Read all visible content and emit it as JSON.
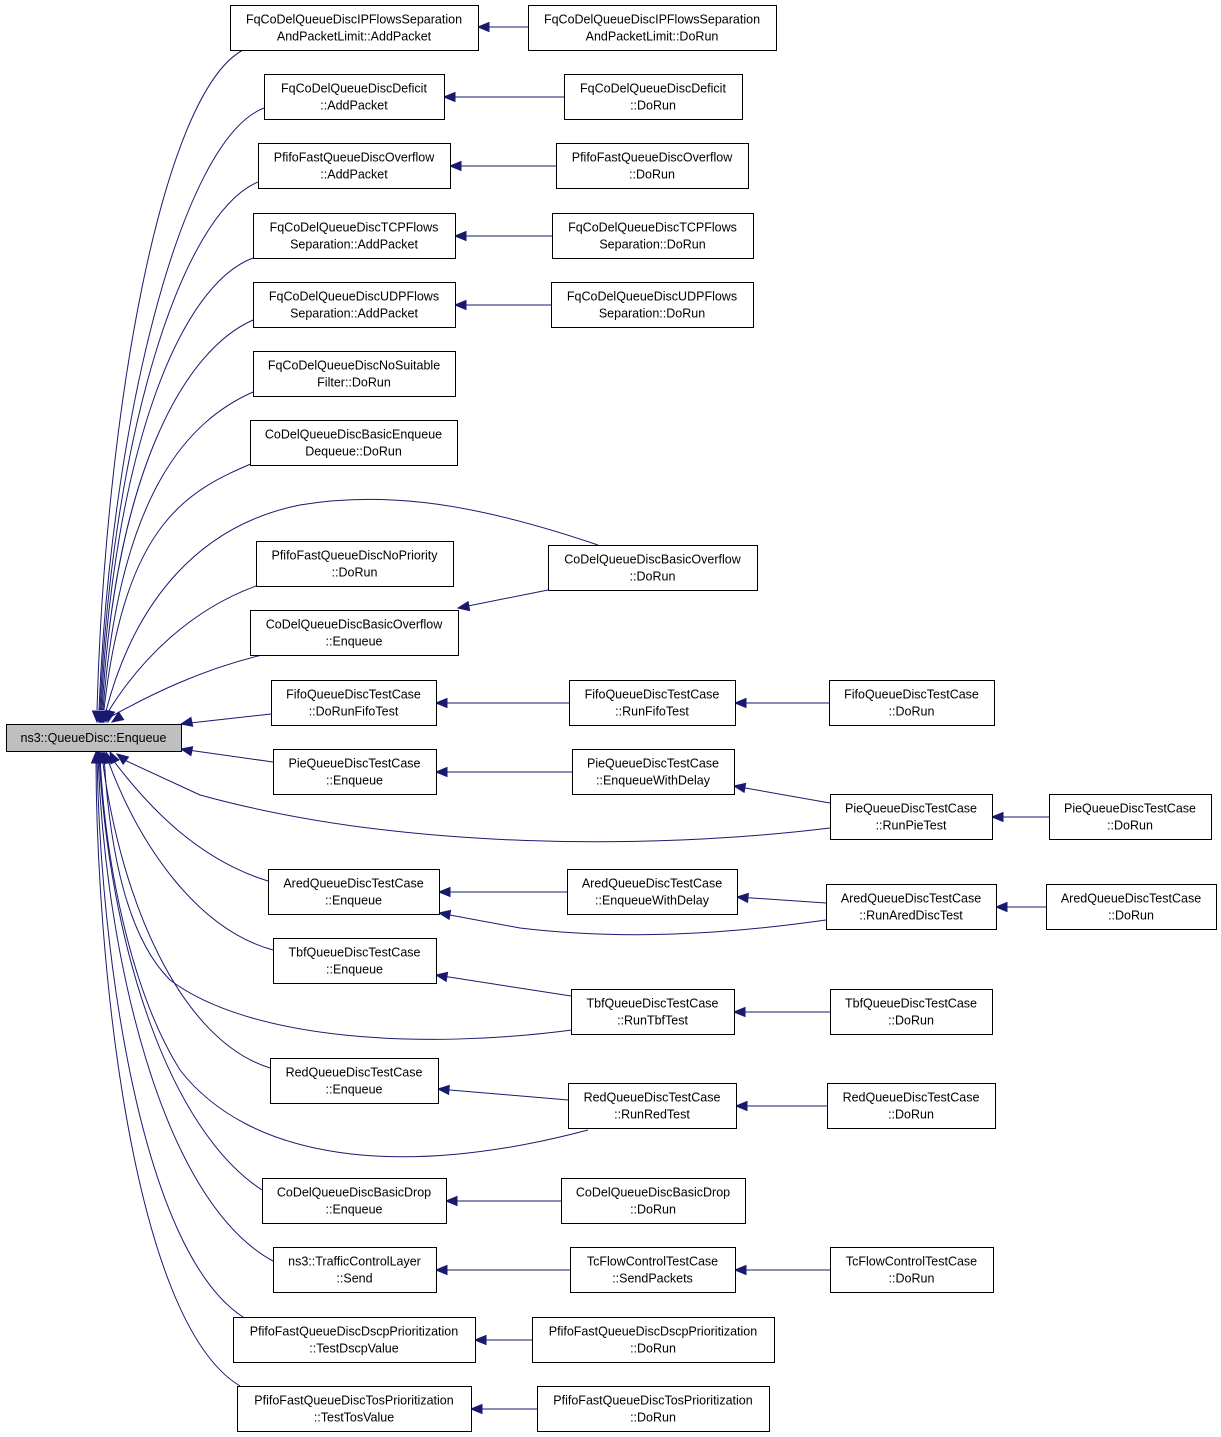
{
  "diagram": {
    "colors": {
      "edge": "#191970",
      "root_fill": "#bfbfbf",
      "node_fill": "#ffffff",
      "border": "#000000"
    },
    "nodes": [
      {
        "id": "root",
        "lines": [
          "ns3::QueueDisc::Enqueue"
        ],
        "root": true
      },
      {
        "id": "n1",
        "lines": [
          "FqCoDelQueueDiscIPFlowsSeparation",
          "AndPacketLimit::AddPacket"
        ]
      },
      {
        "id": "n1r",
        "lines": [
          "FqCoDelQueueDiscIPFlowsSeparation",
          "AndPacketLimit::DoRun"
        ]
      },
      {
        "id": "n2",
        "lines": [
          "FqCoDelQueueDiscDeficit",
          "::AddPacket"
        ]
      },
      {
        "id": "n2r",
        "lines": [
          "FqCoDelQueueDiscDeficit",
          "::DoRun"
        ]
      },
      {
        "id": "n3",
        "lines": [
          "PfifoFastQueueDiscOverflow",
          "::AddPacket"
        ]
      },
      {
        "id": "n3r",
        "lines": [
          "PfifoFastQueueDiscOverflow",
          "::DoRun"
        ]
      },
      {
        "id": "n4",
        "lines": [
          "FqCoDelQueueDiscTCPFlows",
          "Separation::AddPacket"
        ]
      },
      {
        "id": "n4r",
        "lines": [
          "FqCoDelQueueDiscTCPFlows",
          "Separation::DoRun"
        ]
      },
      {
        "id": "n5",
        "lines": [
          "FqCoDelQueueDiscUDPFlows",
          "Separation::AddPacket"
        ]
      },
      {
        "id": "n5r",
        "lines": [
          "FqCoDelQueueDiscUDPFlows",
          "Separation::DoRun"
        ]
      },
      {
        "id": "n6",
        "lines": [
          "FqCoDelQueueDiscNoSuitable",
          "Filter::DoRun"
        ]
      },
      {
        "id": "n7",
        "lines": [
          "CoDelQueueDiscBasicEnqueue",
          "Dequeue::DoRun"
        ]
      },
      {
        "id": "n8",
        "lines": [
          "PfifoFastQueueDiscNoPriority",
          "::DoRun"
        ]
      },
      {
        "id": "n9r",
        "lines": [
          "CoDelQueueDiscBasicOverflow",
          "::DoRun"
        ]
      },
      {
        "id": "n9",
        "lines": [
          "CoDelQueueDiscBasicOverflow",
          "::Enqueue"
        ]
      },
      {
        "id": "n10",
        "lines": [
          "FifoQueueDiscTestCase",
          "::DoRunFifoTest"
        ]
      },
      {
        "id": "n10b",
        "lines": [
          "FifoQueueDiscTestCase",
          "::RunFifoTest"
        ]
      },
      {
        "id": "n10c",
        "lines": [
          "FifoQueueDiscTestCase",
          "::DoRun"
        ]
      },
      {
        "id": "n11",
        "lines": [
          "PieQueueDiscTestCase",
          "::Enqueue"
        ]
      },
      {
        "id": "n11b",
        "lines": [
          "PieQueueDiscTestCase",
          "::EnqueueWithDelay"
        ]
      },
      {
        "id": "n11c",
        "lines": [
          "PieQueueDiscTestCase",
          "::RunPieTest"
        ]
      },
      {
        "id": "n11d",
        "lines": [
          "PieQueueDiscTestCase",
          "::DoRun"
        ]
      },
      {
        "id": "n12",
        "lines": [
          "AredQueueDiscTestCase",
          "::Enqueue"
        ]
      },
      {
        "id": "n12b",
        "lines": [
          "AredQueueDiscTestCase",
          "::EnqueueWithDelay"
        ]
      },
      {
        "id": "n12c",
        "lines": [
          "AredQueueDiscTestCase",
          "::RunAredDiscTest"
        ]
      },
      {
        "id": "n12d",
        "lines": [
          "AredQueueDiscTestCase",
          "::DoRun"
        ]
      },
      {
        "id": "n13",
        "lines": [
          "TbfQueueDiscTestCase",
          "::Enqueue"
        ]
      },
      {
        "id": "n13b",
        "lines": [
          "TbfQueueDiscTestCase",
          "::RunTbfTest"
        ]
      },
      {
        "id": "n13c",
        "lines": [
          "TbfQueueDiscTestCase",
          "::DoRun"
        ]
      },
      {
        "id": "n14",
        "lines": [
          "RedQueueDiscTestCase",
          "::Enqueue"
        ]
      },
      {
        "id": "n14b",
        "lines": [
          "RedQueueDiscTestCase",
          "::RunRedTest"
        ]
      },
      {
        "id": "n14c",
        "lines": [
          "RedQueueDiscTestCase",
          "::DoRun"
        ]
      },
      {
        "id": "n15",
        "lines": [
          "CoDelQueueDiscBasicDrop",
          "::Enqueue"
        ]
      },
      {
        "id": "n15r",
        "lines": [
          "CoDelQueueDiscBasicDrop",
          "::DoRun"
        ]
      },
      {
        "id": "n16",
        "lines": [
          "ns3::TrafficControlLayer",
          "::Send"
        ]
      },
      {
        "id": "n16b",
        "lines": [
          "TcFlowControlTestCase",
          "::SendPackets"
        ]
      },
      {
        "id": "n16c",
        "lines": [
          "TcFlowControlTestCase",
          "::DoRun"
        ]
      },
      {
        "id": "n17",
        "lines": [
          "PfifoFastQueueDiscDscpPrioritization",
          "::TestDscpValue"
        ]
      },
      {
        "id": "n17r",
        "lines": [
          "PfifoFastQueueDiscDscpPrioritization",
          "::DoRun"
        ]
      },
      {
        "id": "n18",
        "lines": [
          "PfifoFastQueueDiscTosPrioritization",
          "::TestTosValue"
        ]
      },
      {
        "id": "n18r",
        "lines": [
          "PfifoFastQueueDiscTosPrioritization",
          "::DoRun"
        ]
      }
    ]
  }
}
